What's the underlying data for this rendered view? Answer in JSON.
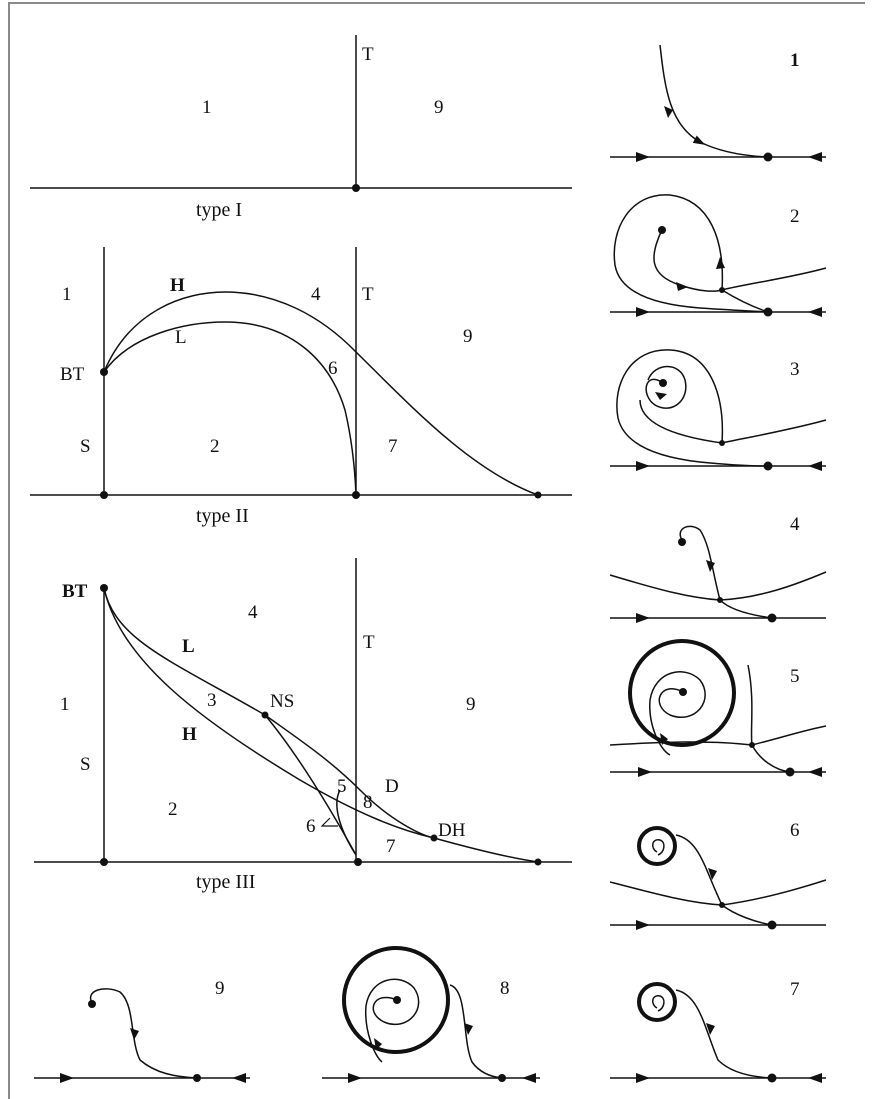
{
  "type_I": {
    "caption": "type I",
    "region_left": "1",
    "region_right": "9",
    "curve_T": "T"
  },
  "type_II": {
    "caption": "type II",
    "regions": [
      "1",
      "4",
      "9",
      "6",
      "2",
      "7"
    ],
    "curves": [
      "H",
      "L",
      "T",
      "BT",
      "S"
    ]
  },
  "type_III": {
    "caption": "type III",
    "regions": [
      "4",
      "1",
      "3",
      "9",
      "2",
      "5",
      "8",
      "6",
      "7"
    ],
    "curves": [
      "BT",
      "L",
      "H",
      "T",
      "NS",
      "S",
      "D",
      "DH"
    ]
  },
  "portraits": {
    "p1": "1",
    "p2": "2",
    "p3": "3",
    "p4": "4",
    "p5": "5",
    "p6": "6",
    "p7": "7",
    "p8": "8",
    "p9": "9"
  }
}
